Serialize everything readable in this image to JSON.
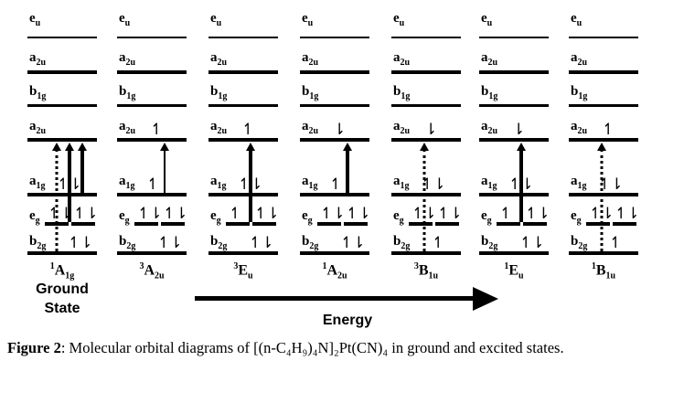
{
  "diagram": {
    "levels": [
      {
        "id": "eu",
        "base": "e",
        "sub": "u"
      },
      {
        "id": "a2u_top",
        "base": "a",
        "sub": "2u"
      },
      {
        "id": "b1g",
        "base": "b",
        "sub": "1g"
      },
      {
        "id": "a2u",
        "base": "a",
        "sub": "2u"
      },
      {
        "id": "a1g",
        "base": "a",
        "sub": "1g"
      },
      {
        "id": "eg",
        "base": "e",
        "sub": "g"
      },
      {
        "id": "b2g",
        "base": "b",
        "sub": "2g"
      }
    ],
    "columns": [
      {
        "state": {
          "sup": "1",
          "base": "A",
          "sub": "1g"
        },
        "occupations": {
          "a2u": "",
          "a1g": "↿⇂",
          "eg": [
            "↿⇂",
            "↿⇂"
          ],
          "b2g": "↿⇂"
        },
        "transitions": [
          {
            "from": "b2g",
            "style": "dashed",
            "weight": "thick"
          },
          {
            "from": "eg",
            "style": "solid",
            "weight": "thick"
          },
          {
            "from": "a1g",
            "style": "solid",
            "weight": "thick"
          }
        ]
      },
      {
        "state": {
          "sup": "3",
          "base": "A",
          "sub": "2u"
        },
        "occupations": {
          "a2u": "↿",
          "a1g": "↿",
          "eg": [
            "↿⇂",
            "↿⇂"
          ],
          "b2g": "↿⇂"
        },
        "transitions": [
          {
            "from": "a1g",
            "style": "solid",
            "weight": "thin"
          }
        ]
      },
      {
        "state": {
          "sup": "3",
          "base": "E",
          "sub": "u"
        },
        "occupations": {
          "a2u": "↿",
          "a1g": "↿⇂",
          "eg": [
            "↿",
            "↿⇂"
          ],
          "b2g": "↿⇂"
        },
        "transitions": [
          {
            "from": "eg",
            "style": "solid",
            "weight": "thick"
          }
        ]
      },
      {
        "state": {
          "sup": "1",
          "base": "A",
          "sub": "2u"
        },
        "occupations": {
          "a2u": "⇂",
          "a1g": "↿",
          "eg": [
            "↿⇂",
            "↿⇂"
          ],
          "b2g": "↿⇂"
        },
        "transitions": [
          {
            "from": "a1g",
            "style": "solid",
            "weight": "thick"
          }
        ]
      },
      {
        "state": {
          "sup": "3",
          "base": "B",
          "sub": "1u"
        },
        "occupations": {
          "a2u": "⇂",
          "a1g": "↿⇂",
          "eg": [
            "↿⇂",
            "↿⇂"
          ],
          "b2g": "↿"
        },
        "transitions": [
          {
            "from": "b2g",
            "style": "dashed",
            "weight": "thick"
          }
        ]
      },
      {
        "state": {
          "sup": "1",
          "base": "E",
          "sub": "u"
        },
        "occupations": {
          "a2u": "⇂",
          "a1g": "↿⇂",
          "eg": [
            "↿",
            "↿⇂"
          ],
          "b2g": "↿⇂"
        },
        "transitions": [
          {
            "from": "eg",
            "style": "solid",
            "weight": "thick"
          }
        ]
      },
      {
        "state": {
          "sup": "1",
          "base": "B",
          "sub": "1u"
        },
        "occupations": {
          "a2u": "↿",
          "a1g": "↿⇂",
          "eg": [
            "↿⇂",
            "↿⇂"
          ],
          "b2g": "↿"
        },
        "transitions": [
          {
            "from": "b2g",
            "style": "dashed",
            "weight": "thick"
          }
        ]
      }
    ],
    "ground_state_label": [
      "Ground",
      "State"
    ],
    "energy_label": "Energy"
  },
  "caption": {
    "label": "Figure 2",
    "text": ": Molecular orbital diagrams of [(n-C₄H₉)₄N]₂Pt(CN)₄ in ground and excited states."
  },
  "colors": {
    "ink": "#000000",
    "background": "#ffffff"
  }
}
